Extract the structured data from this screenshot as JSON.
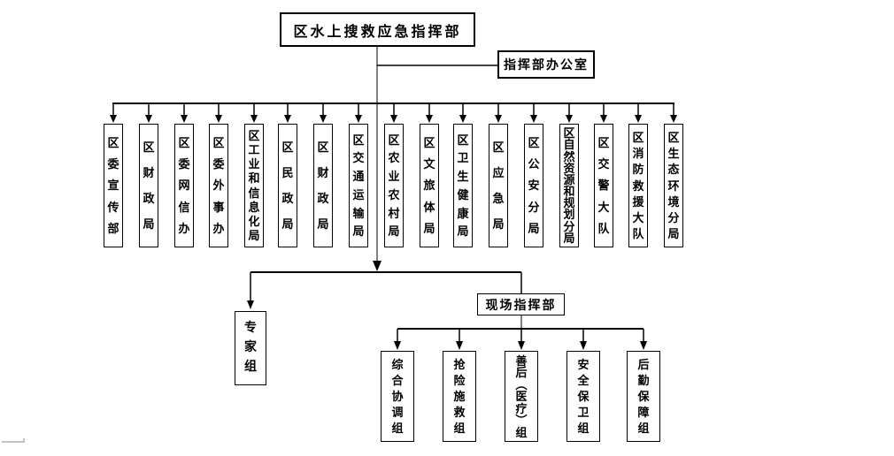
{
  "title": "区水上搜救应急指挥部",
  "office": "指挥部办公室",
  "departments": [
    "区委宣传部",
    "区财政局",
    "区委网信办",
    "区委外事办",
    "区工业和信息化局",
    "区民政局",
    "区财政局",
    "区交通运输局",
    "区农业农村局",
    "区文旅体局",
    "区卫生健康局",
    "区应急局",
    "区公安分局",
    "区自然资源和规划分局",
    "区交警大队",
    "区消防救援大队",
    "区生态环境分局"
  ],
  "expert_group": "专家组",
  "field_command": "现场指挥部",
  "teams": [
    "综合协调组",
    "抢险施救组",
    "善后（医疗）组",
    "安全保卫组",
    "后勤保障组"
  ],
  "colors": {
    "background": "#ffffff",
    "text": "#000000",
    "line": "#000000",
    "center_line": "#808080"
  }
}
